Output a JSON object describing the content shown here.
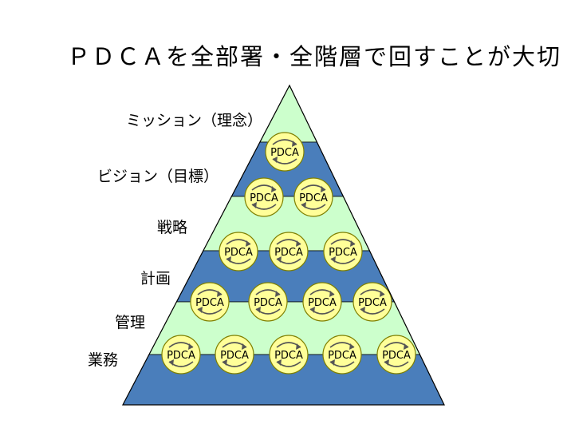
{
  "title": "ＰＤＣＡを全部署・全階層で回すことが大切",
  "levels": [
    {
      "label": "ミッション（理念）",
      "pdca_count": 0
    },
    {
      "label": "ビジョン（目標）",
      "pdca_count": 1
    },
    {
      "label": "戦略",
      "pdca_count": 2
    },
    {
      "label": "計画",
      "pdca_count": 3
    },
    {
      "label": "管理",
      "pdca_count": 4
    },
    {
      "label": "業務",
      "pdca_count": 5
    }
  ],
  "cycle_label": "PDCA",
  "colors": {
    "band_light": "#ccffcc",
    "band_dark": "#4a7ebb",
    "cycle_fill": "#ffff99",
    "cycle_stroke": "#7f7f00",
    "outline": "#000000"
  }
}
